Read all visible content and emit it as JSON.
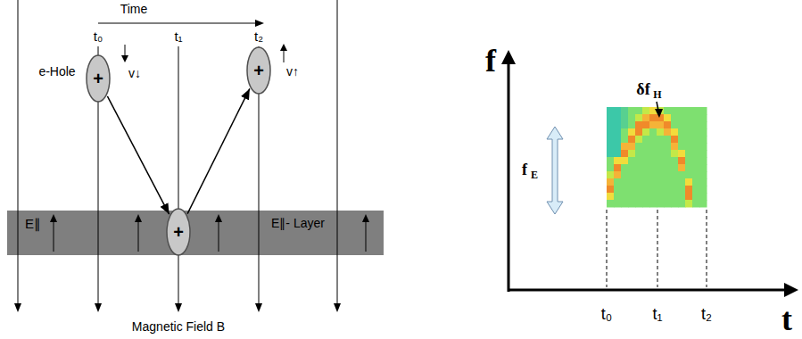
{
  "diagram": {
    "nodes": [
      {
        "text": [
          "+"
        ]
      },
      {
        "text": [
          "+"
        ]
      },
      {
        "text": [
          "E∥",
          "E∥- Layer"
        ]
      },
      {
        "text": [
          "+"
        ],
        "in": 2
      }
    ],
    "edges": [
      {
        "from": 0,
        "to": 3,
        "arrow": "to"
      },
      {
        "from": 3,
        "to": 1,
        "arrow": "to"
      }
    ],
    "labels": [
      "Time",
      "t₀",
      "t₁",
      "t₂",
      "e-Hole",
      "v↓",
      "v↑",
      "Magnetic Field B",
      "f",
      "δf",
      "H",
      "f",
      "E",
      "t",
      "t₀",
      "t₁",
      "t₂"
    ]
  }
}
